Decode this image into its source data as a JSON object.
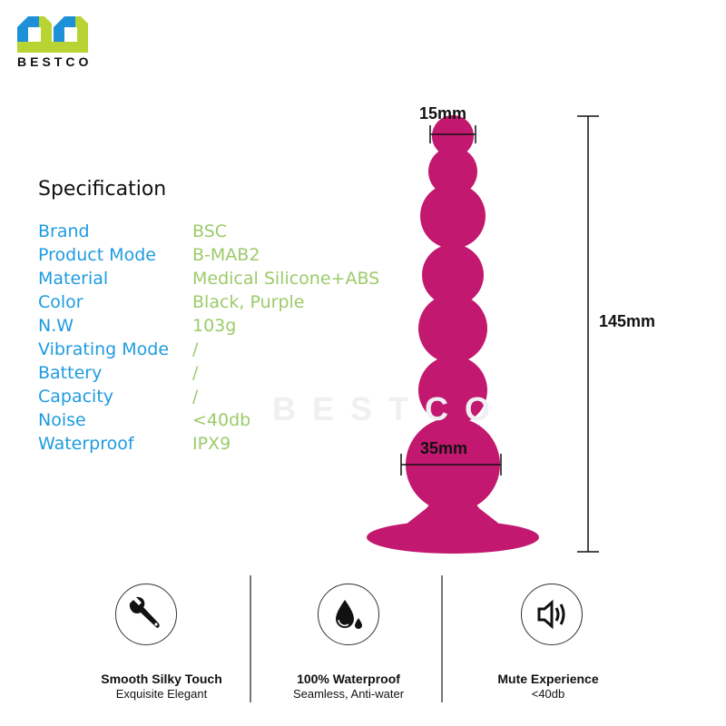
{
  "logo": {
    "text": "BESTCO"
  },
  "watermark": "BESTCO",
  "spec": {
    "title": "Specification",
    "rows": [
      {
        "label": "Brand",
        "value": "BSC"
      },
      {
        "label": "Product Mode",
        "value": "B-MAB2"
      },
      {
        "label": "Material",
        "value": "Medical Silicone+ABS"
      },
      {
        "label": "Color",
        "value": "Black, Purple"
      },
      {
        "label": "N.W",
        "value": "103g"
      },
      {
        "label": "Vibrating Mode",
        "value": "/"
      },
      {
        "label": "Battery",
        "value": "/"
      },
      {
        "label": "Capacity",
        "value": "/"
      },
      {
        "label": "Noise",
        "value": "<40db"
      },
      {
        "label": "Waterproof",
        "value": "IPX9"
      }
    ]
  },
  "dimensions": {
    "top_width": "15mm",
    "base_width": "35mm",
    "length": "145mm"
  },
  "features": [
    {
      "icon": "wrench-icon",
      "title": "Smooth Silky Touch",
      "subtitle": "Exquisite Elegant"
    },
    {
      "icon": "water-drop-icon",
      "title": "100% Waterproof",
      "subtitle": "Seamless, Anti-water"
    },
    {
      "icon": "speaker-icon",
      "title": "Mute Experience",
      "subtitle": "<40db"
    }
  ],
  "colors": {
    "label": "#1e9be0",
    "value": "#9ccb6a",
    "product": "#c2186f",
    "logo_blue": "#1e90d8",
    "logo_green": "#b8d432"
  }
}
